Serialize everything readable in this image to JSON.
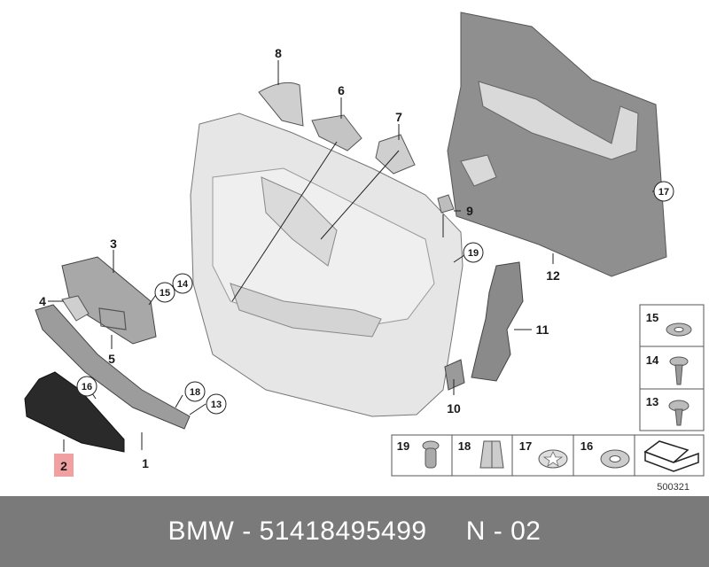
{
  "callouts": {
    "c1": "1",
    "c2": "2",
    "c3": "3",
    "c4": "4",
    "c5": "5",
    "c6": "6",
    "c7": "7",
    "c8": "8",
    "c9": "9",
    "c10": "10",
    "c11": "11",
    "c12": "12",
    "c13": "13",
    "c14": "14",
    "c15": "15",
    "c16": "16",
    "c17": "17",
    "c18": "18",
    "c19": "19"
  },
  "legend": {
    "right": [
      "15",
      "14",
      "13"
    ],
    "bottom": [
      "19",
      "18",
      "17",
      "16"
    ]
  },
  "diagram_id": "500321",
  "footer": {
    "brand": "BMW",
    "sep1": " - ",
    "part_number": "51418495499",
    "sep2": "     ",
    "variant": "N - 02"
  },
  "colors": {
    "panel_gray": "#8f8f8f",
    "trim_light": "#e4e4e4",
    "highlight_red": "#f0a0a0",
    "footer_bg": "#7a7a7a"
  }
}
